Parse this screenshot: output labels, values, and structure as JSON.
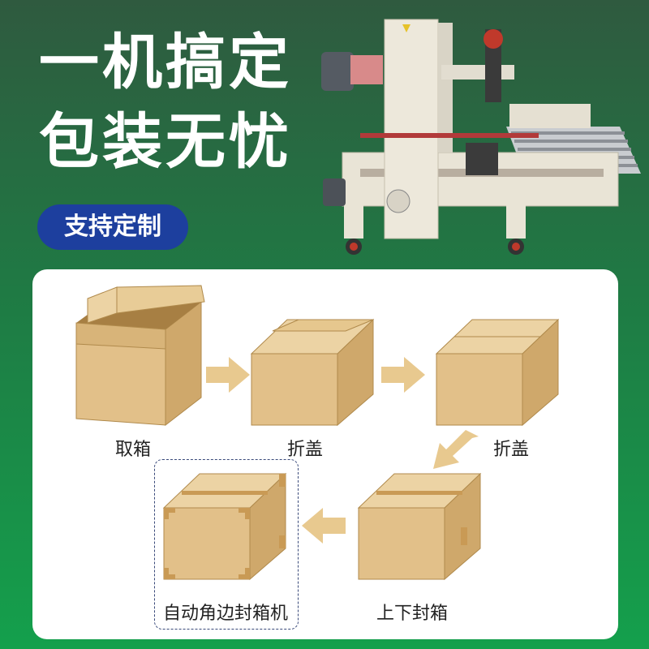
{
  "headline": {
    "line1": "一机搞定",
    "line2": "包装无忧"
  },
  "badge": "支持定制",
  "steps": [
    "取箱",
    "折盖",
    "折盖",
    "上下封箱",
    "自动角边封箱机"
  ],
  "colors": {
    "bg_top": "#2f5a3f",
    "bg_bottom": "#14a04c",
    "badge": "#1d3f9e",
    "box_front": "#e2c089",
    "box_side": "#cfa86b",
    "box_top": "#ecd3a4",
    "arrow": "#e8c98f",
    "tape": "#c99a55"
  }
}
